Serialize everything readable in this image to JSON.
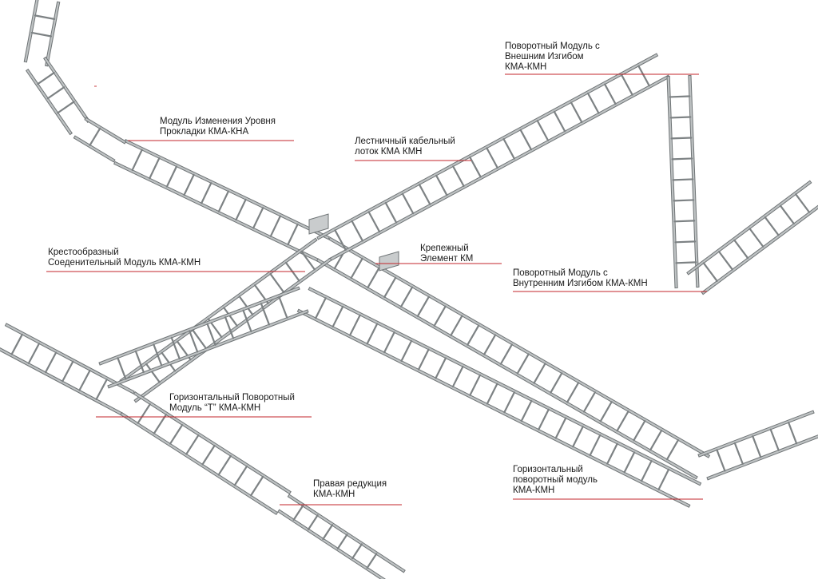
{
  "colors": {
    "background": "#ffffff",
    "tray_metal": "#bfc3c4",
    "tray_edge": "#6f7476",
    "rung": "#7d8284",
    "leader_line": "#c3262b",
    "text": "#1a1a1a"
  },
  "labels": {
    "level_change": {
      "line1": "Модуль Изменения Уровня",
      "line2": "Прокладки КМА-КНА"
    },
    "ladder_tray": {
      "line1": "Лестничный кабельный",
      "line2": "лоток КМА КМН"
    },
    "outer_bend": {
      "line1": "Поворотный Модуль с",
      "line2": "Внешним Изгибом",
      "line3": "КМА-КМН"
    },
    "cross_module": {
      "line1": "Крестообразный",
      "line2": "Соеденительный Модуль КМА-КМН"
    },
    "fastener": {
      "line1": "Крепежный",
      "line2": "Элемент КМ"
    },
    "inner_bend": {
      "line1": "Поворотный Модуль с",
      "line2": "Внутренним Изгибом КМА-КМН"
    },
    "horizontal_t": {
      "line1": "Горизонтальный Поворотный",
      "line2": "Модуль “Т” КМА-КМН"
    },
    "right_reduction": {
      "line1": "Правая редукция",
      "line2": "КМА-КМН"
    },
    "horizontal_bend": {
      "line1": "Горизонтальный",
      "line2": "поворотный модуль",
      "line3": "КМА-КМН"
    }
  }
}
